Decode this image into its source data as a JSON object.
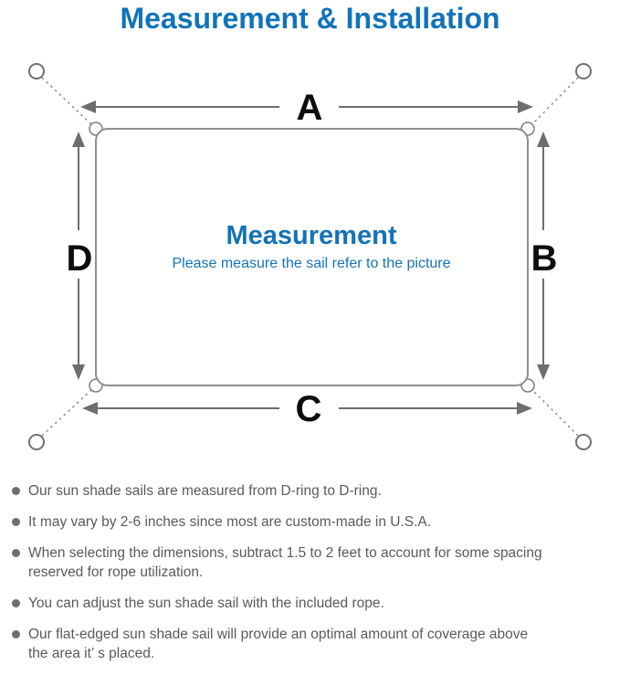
{
  "title": "Measurement & Installation",
  "diagram": {
    "label_top": "A",
    "label_right": "B",
    "label_bottom": "C",
    "label_left": "D",
    "center_title": "Measurement",
    "center_subtitle": "Please measure the sail refer to the picture"
  },
  "notes": [
    {
      "lines": [
        "Our sun shade sails are measured from D-ring to D-ring."
      ]
    },
    {
      "lines": [
        "It may vary by 2-6 inches since most are custom-made in U.S.A."
      ]
    },
    {
      "lines": [
        "When selecting the dimensions, subtract 1.5 to 2 feet to account for some spacing",
        "reserved for rope utilization."
      ]
    },
    {
      "lines": [
        "You can adjust the sun shade sail with the included rope."
      ]
    },
    {
      "lines": [
        "Our flat-edged sun shade sail will provide an optimal amount of coverage above",
        "the area it’ s placed."
      ]
    }
  ],
  "colors": {
    "accent_blue": "#1273b9",
    "diagram_line": "#8f8f8f",
    "arrow_gray": "#6e6e6e",
    "dashed_line": "#8a8a8a",
    "note_text": "#5a5a5a",
    "label_black": "#0d0d0d"
  }
}
